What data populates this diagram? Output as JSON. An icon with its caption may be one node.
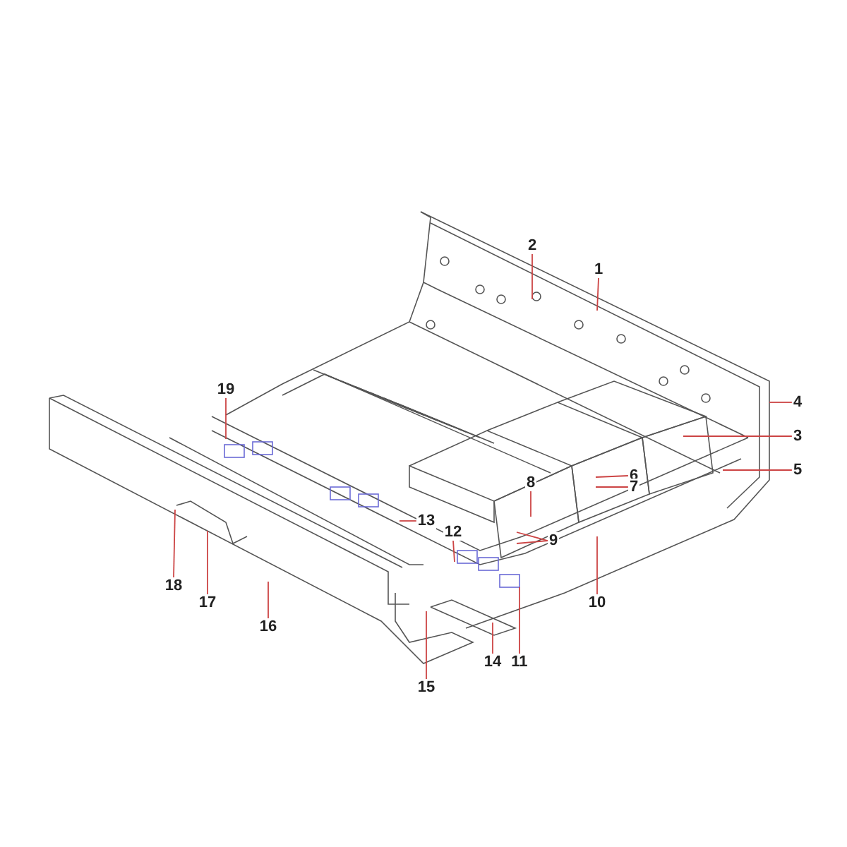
{
  "diagram": {
    "nodes": [
      {
        "text": [
          "1"
        ]
      },
      {
        "text": [
          "2"
        ]
      },
      {
        "text": [
          "3"
        ]
      },
      {
        "text": [
          "4"
        ]
      },
      {
        "text": [
          "5"
        ]
      },
      {
        "text": [
          "6"
        ]
      },
      {
        "text": [
          "7"
        ]
      },
      {
        "text": [
          "8"
        ]
      },
      {
        "text": [
          "9"
        ]
      },
      {
        "text": [
          "10"
        ]
      },
      {
        "text": [
          "11"
        ]
      },
      {
        "text": [
          "12"
        ]
      },
      {
        "text": [
          "13"
        ]
      },
      {
        "text": [
          "14"
        ]
      },
      {
        "text": [
          "15"
        ]
      },
      {
        "text": [
          "16"
        ]
      },
      {
        "text": [
          "17"
        ]
      },
      {
        "text": [
          "18"
        ]
      },
      {
        "text": [
          "19"
        ]
      }
    ],
    "edges": [
      {
        "from": 0,
        "to": null,
        "arrow": "none"
      },
      {
        "from": 1,
        "to": null,
        "arrow": "none"
      },
      {
        "from": 2,
        "to": null,
        "arrow": "none"
      },
      {
        "from": 3,
        "to": null,
        "arrow": "none"
      },
      {
        "from": 4,
        "to": null,
        "arrow": "none"
      },
      {
        "from": 5,
        "to": null,
        "arrow": "none"
      },
      {
        "from": 6,
        "to": null,
        "arrow": "none"
      },
      {
        "from": 7,
        "to": null,
        "arrow": "none"
      },
      {
        "from": 8,
        "to": null,
        "arrow": "none"
      },
      {
        "from": 8,
        "to": null,
        "arrow": "none"
      },
      {
        "from": 9,
        "to": null,
        "arrow": "none"
      },
      {
        "from": 10,
        "to": null,
        "arrow": "none"
      },
      {
        "from": 11,
        "to": null,
        "arrow": "none"
      },
      {
        "from": 12,
        "to": null,
        "arrow": "none"
      },
      {
        "from": 13,
        "to": null,
        "arrow": "none"
      },
      {
        "from": 14,
        "to": null,
        "arrow": "none"
      },
      {
        "from": 15,
        "to": null,
        "arrow": "none"
      },
      {
        "from": 16,
        "to": null,
        "arrow": "none"
      },
      {
        "from": 17,
        "to": null,
        "arrow": "none"
      },
      {
        "from": 18,
        "to": null,
        "arrow": "none"
      }
    ]
  }
}
